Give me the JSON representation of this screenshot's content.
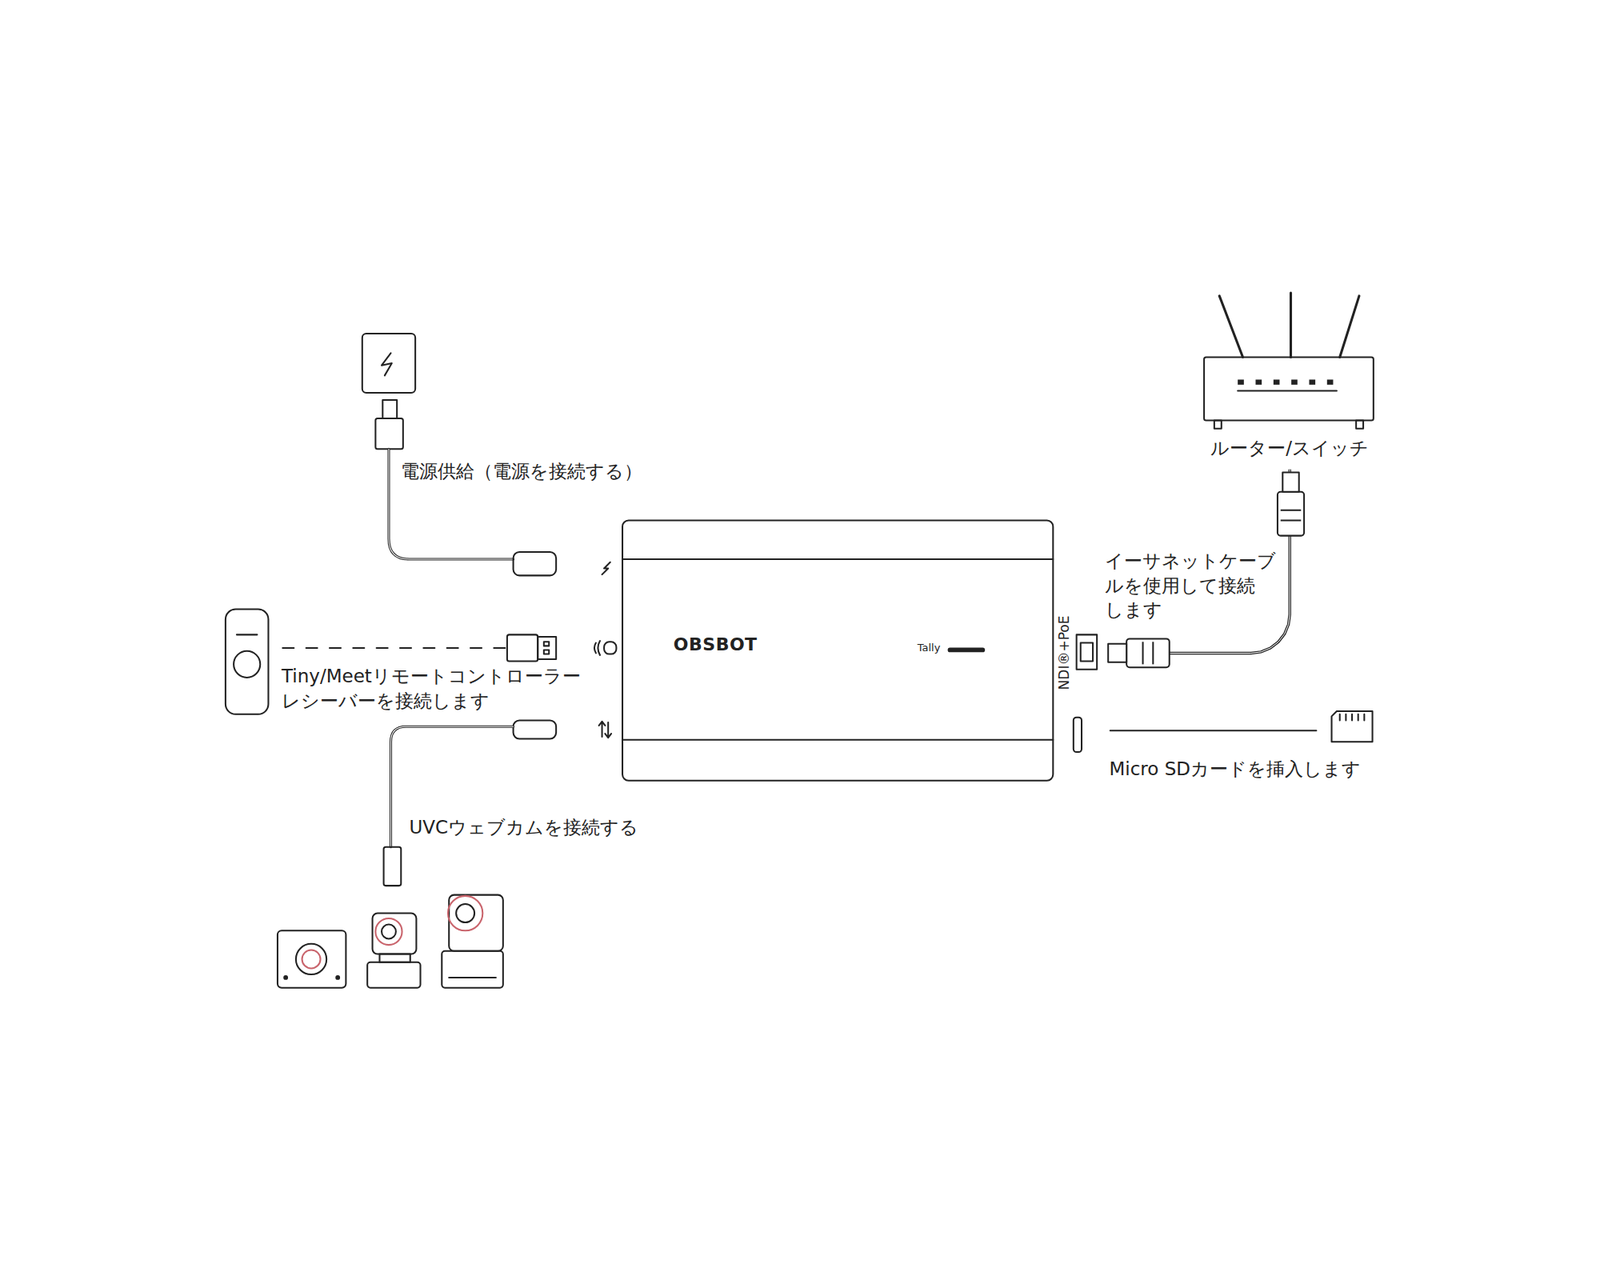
{
  "diagram": {
    "nodes": [
      {
        "text": [
          "OBSBOT",
          "Tally"
        ]
      },
      {
        "text": [
          "ルーター/スイッチ"
        ]
      }
    ],
    "edges": [
      {
        "from": 1,
        "to": 0,
        "arrow": "none",
        "label": "イーサネットケーブ ルを使用して接続 します"
      }
    ],
    "labels": [
      "電源供給（電源を接続する）",
      "Tiny/Meetリモートコントローラー レシーバーを接続します",
      "UVCウェブカムを接続する",
      "Micro SDカードを挿入します",
      "NDI®+PoE"
    ]
  }
}
